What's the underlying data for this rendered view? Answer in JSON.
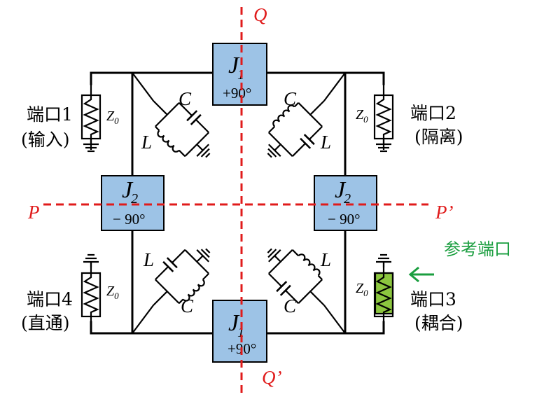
{
  "ports": {
    "p1": {
      "name": "端口1",
      "role": "(输入)"
    },
    "p2": {
      "name": "端口2",
      "role": "(隔离)"
    },
    "p3": {
      "name": "端口3",
      "role": "(耦合)"
    },
    "p4": {
      "name": "端口4",
      "role": "(直通)"
    }
  },
  "load": {
    "symbol": "Z",
    "subscript": "0"
  },
  "inverters": {
    "j1_symbol": "J",
    "j1_sub": "1",
    "j1_phase": "+90°",
    "j2_symbol": "J",
    "j2_sub": "2",
    "j2_phase": "− 90°"
  },
  "resonator": {
    "inductor": "L",
    "capacitor": "C"
  },
  "axes": {
    "q_top": "Q",
    "q_bottom": "Q’",
    "p_left": "P",
    "p_right": "P’"
  },
  "reference": {
    "label": "参考端口"
  },
  "colors": {
    "axis": "#e01b1b",
    "box_fill": "#9dc3e6",
    "reference": "#1a9e3f",
    "ref_resistor": "#8cc63f"
  }
}
